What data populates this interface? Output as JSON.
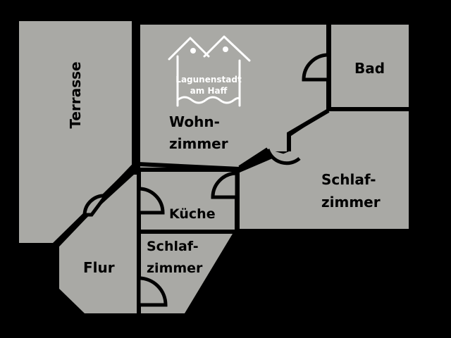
{
  "rooms": {
    "terrasse": "Terrasse",
    "wohnzimmer_1": "Wohn-",
    "wohnzimmer_2": "zimmer",
    "bad": "Bad",
    "schlafzimmer_a_1": "Schlaf-",
    "schlafzimmer_a_2": "zimmer",
    "kueche": "Küche",
    "flur": "Flur",
    "schlafzimmer_b_1": "Schlaf-",
    "schlafzimmer_b_2": "zimmer"
  },
  "logo": {
    "line1": "Lagunenstadt",
    "line2": "am Haff"
  },
  "colors": {
    "background": "#000000",
    "floor": "#a9a9a5",
    "walls": "#000000",
    "logo": "#ffffff"
  }
}
